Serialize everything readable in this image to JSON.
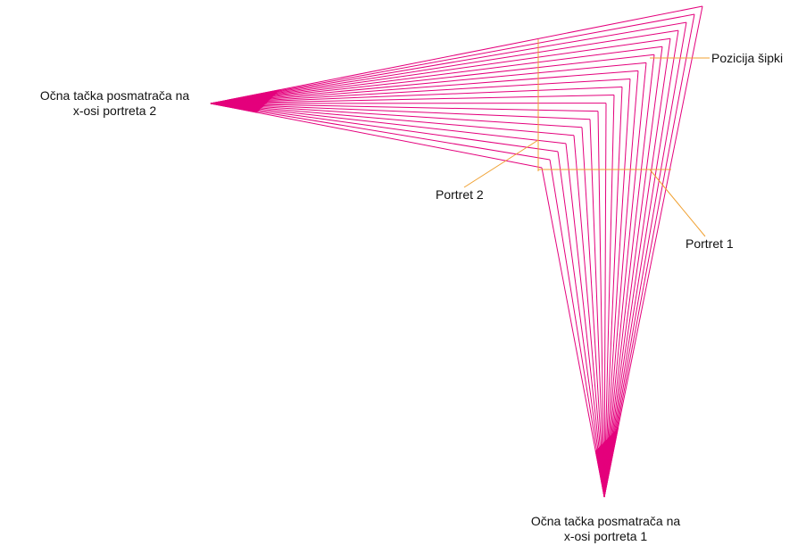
{
  "labels": {
    "eye_point_2": [
      "Očna tačka posmatrača na",
      "x-osi portreta 2"
    ],
    "eye_point_1": [
      "Očna tačka posmatrača na",
      "x-osi portreta 1"
    ],
    "bar_position": "Pozicija šipki",
    "portrait_2": "Portret 2",
    "portrait_1": "Portret 1"
  },
  "colors": {
    "rays": "#e4007c",
    "leader_lines": "#f0a030",
    "text": "#111111"
  }
}
